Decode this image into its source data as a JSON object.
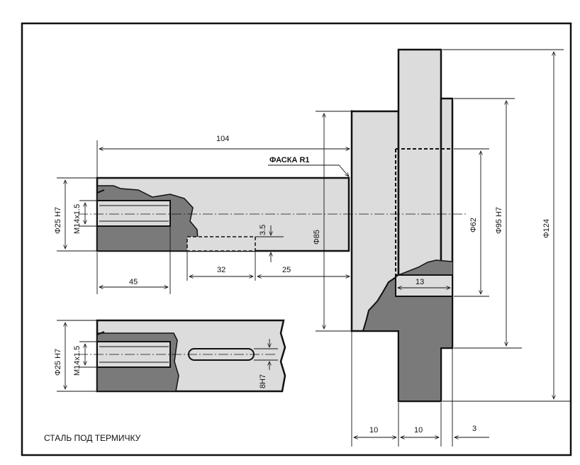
{
  "drawing": {
    "note": "СТАЛЬ ПОД ТЕРМИЧКУ",
    "chamfer_label": "ФАСКА R1",
    "colors": {
      "light_fill": "#dcdcdc",
      "dark_fill": "#7a7a7a",
      "outline": "#111111",
      "paper": "#ffffff"
    },
    "dimensions": {
      "length_overall": "104",
      "dia_shaft_top": "Φ25 H7",
      "thread_top": "M14x1.5",
      "dia_flange_85": "Φ85",
      "dia_bore_62": "Φ62",
      "dia_95": "Φ95 H7",
      "dia_124": "Φ124",
      "groove_depth": "3.5",
      "groove_len": "32",
      "len_25": "25",
      "thread_len": "45",
      "recess_depth": "13",
      "dia_shaft_bottom": "Φ25 H7",
      "thread_bottom": "M14x1.5",
      "key_width": "8H7",
      "width_a": "10",
      "width_b": "10",
      "width_c": "3"
    }
  }
}
